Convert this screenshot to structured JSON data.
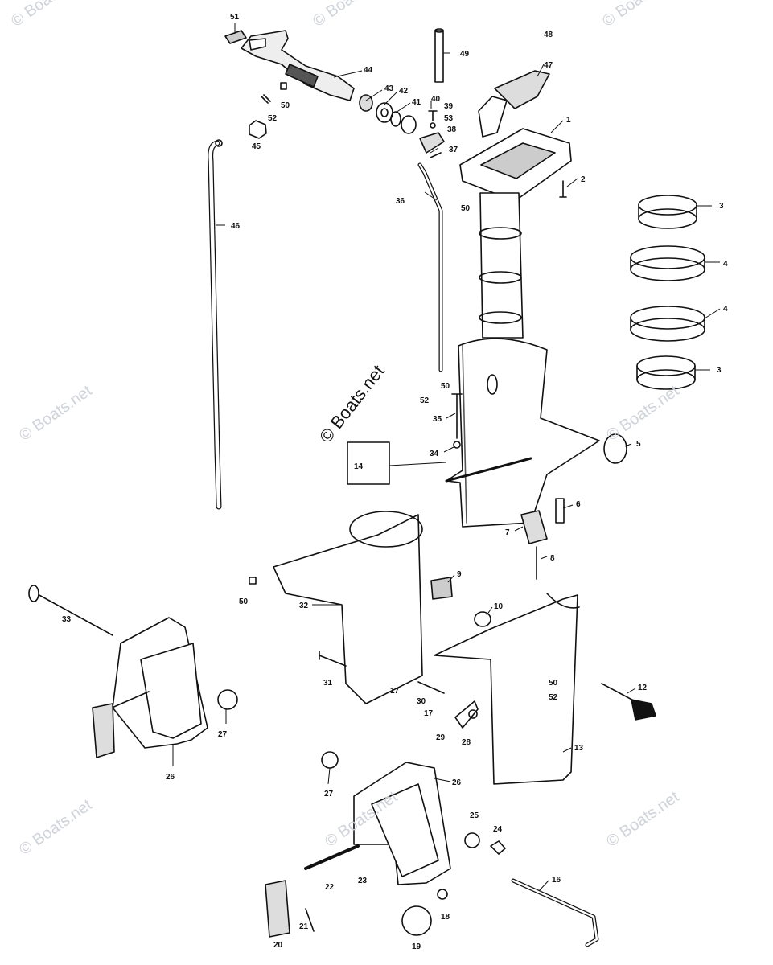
{
  "watermark": "© Boats.net",
  "center_watermark": "© Boats.net",
  "callouts": [
    {
      "id": "c1",
      "text": "1"
    },
    {
      "id": "c2",
      "text": "2"
    },
    {
      "id": "c3a",
      "text": "3"
    },
    {
      "id": "c3b",
      "text": "3"
    },
    {
      "id": "c4a",
      "text": "4"
    },
    {
      "id": "c4b",
      "text": "4"
    },
    {
      "id": "c5",
      "text": "5"
    },
    {
      "id": "c6",
      "text": "6"
    },
    {
      "id": "c7",
      "text": "7"
    },
    {
      "id": "c8",
      "text": "8"
    },
    {
      "id": "c9",
      "text": "9"
    },
    {
      "id": "c10",
      "text": "10"
    },
    {
      "id": "c12",
      "text": "12"
    },
    {
      "id": "c13",
      "text": "13"
    },
    {
      "id": "c14",
      "text": "14"
    },
    {
      "id": "c16",
      "text": "16"
    },
    {
      "id": "c17a",
      "text": "17"
    },
    {
      "id": "c17b",
      "text": "17"
    },
    {
      "id": "c18",
      "text": "18"
    },
    {
      "id": "c19",
      "text": "19"
    },
    {
      "id": "c20",
      "text": "20"
    },
    {
      "id": "c21",
      "text": "21"
    },
    {
      "id": "c22",
      "text": "22"
    },
    {
      "id": "c23",
      "text": "23"
    },
    {
      "id": "c24",
      "text": "24"
    },
    {
      "id": "c25",
      "text": "25"
    },
    {
      "id": "c26a",
      "text": "26"
    },
    {
      "id": "c26b",
      "text": "26"
    },
    {
      "id": "c27a",
      "text": "27"
    },
    {
      "id": "c27b",
      "text": "27"
    },
    {
      "id": "c28",
      "text": "28"
    },
    {
      "id": "c29",
      "text": "29"
    },
    {
      "id": "c30",
      "text": "30"
    },
    {
      "id": "c31",
      "text": "31"
    },
    {
      "id": "c32",
      "text": "32"
    },
    {
      "id": "c33",
      "text": "33"
    },
    {
      "id": "c34",
      "text": "34"
    },
    {
      "id": "c35",
      "text": "35"
    },
    {
      "id": "c36",
      "text": "36"
    },
    {
      "id": "c37",
      "text": "37"
    },
    {
      "id": "c38",
      "text": "38"
    },
    {
      "id": "c39",
      "text": "39"
    },
    {
      "id": "c40",
      "text": "40"
    },
    {
      "id": "c41",
      "text": "41"
    },
    {
      "id": "c42",
      "text": "42"
    },
    {
      "id": "c43",
      "text": "43"
    },
    {
      "id": "c44",
      "text": "44"
    },
    {
      "id": "c45",
      "text": "45"
    },
    {
      "id": "c46",
      "text": "46"
    },
    {
      "id": "c47",
      "text": "47"
    },
    {
      "id": "c48",
      "text": "48"
    },
    {
      "id": "c49",
      "text": "49"
    },
    {
      "id": "c50a",
      "text": "50"
    },
    {
      "id": "c50b",
      "text": "50"
    },
    {
      "id": "c50c",
      "text": "50"
    },
    {
      "id": "c50d",
      "text": "50"
    },
    {
      "id": "c50e",
      "text": "50"
    },
    {
      "id": "c51",
      "text": "51"
    },
    {
      "id": "c52a",
      "text": "52"
    },
    {
      "id": "c52b",
      "text": "52"
    },
    {
      "id": "c52c",
      "text": "52"
    },
    {
      "id": "c53",
      "text": "53"
    }
  ]
}
